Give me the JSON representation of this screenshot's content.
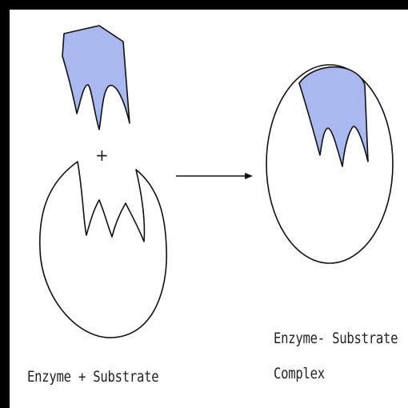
{
  "diagram": {
    "plus_sign": "+",
    "left_caption": "Enzyme + Substrate",
    "right_caption_line1": "Enzyme- Substrate",
    "right_caption_line2": "Complex"
  },
  "colors": {
    "substrate_fill": "#a9b9ef",
    "outline": "#111111",
    "background": "#ffffff",
    "border": "#000000"
  }
}
